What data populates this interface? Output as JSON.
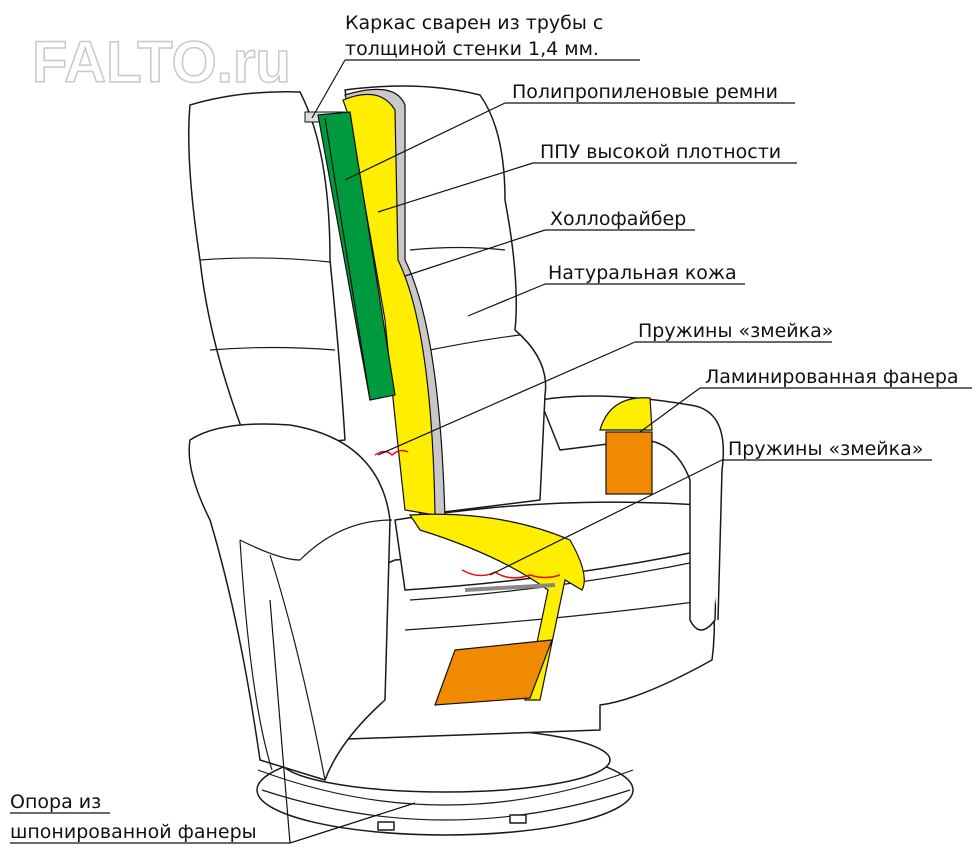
{
  "watermark": "FALTO.ru",
  "labels": {
    "frame_line1": "Каркас сварен из трубы с",
    "frame_line2": "толщиной стенки 1,4 мм.",
    "belts": "Полипропиленовые ремни",
    "foam": "ППУ высокой плотности",
    "hollofiber": "Холлофайбер",
    "leather": "Натуральная кожа",
    "springs_back": "Пружины «змейка»",
    "plywood_laminated": "Ламинированная фанера",
    "springs_seat": "Пружины «змейка»",
    "base_line1": "Опора из",
    "base_line2": "шпонированной фанеры"
  },
  "colors": {
    "belts": "#009a3e",
    "foam": "#ffee00",
    "plywood": "#f08a00",
    "hollofiber": "#c8c8c8"
  }
}
